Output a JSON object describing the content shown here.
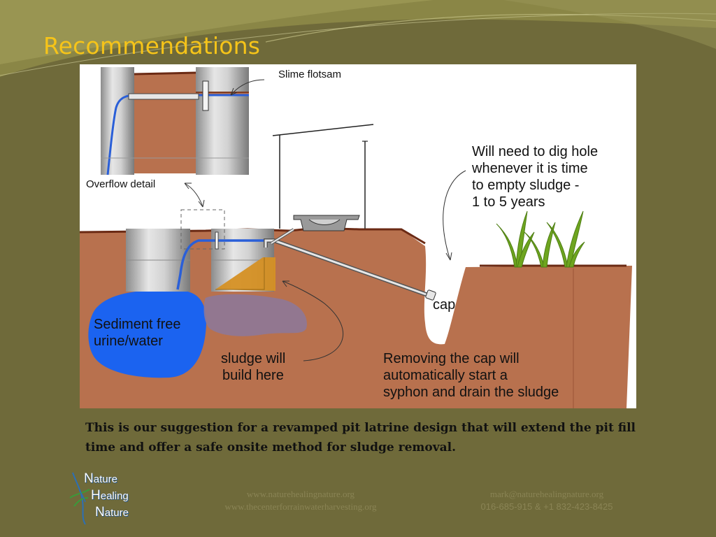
{
  "slide": {
    "title": "Recommendations",
    "caption": "This is our suggestion for a revamped pit latrine design that will extend the pit fill time and offer a safe onsite method for sludge removal."
  },
  "diagram": {
    "labels": {
      "slime_flotsam": "Slime flotsam",
      "overflow_detail": "Overflow detail",
      "dig_hole_1": "Will need to dig hole",
      "dig_hole_2": "whenever it is time",
      "dig_hole_3": "to empty sludge -",
      "dig_hole_4": "1 to 5 years",
      "cap": "cap",
      "sediment_1": "Sediment free",
      "sediment_2": "urine/water",
      "sludge_1": "sludge will",
      "sludge_2": "build here",
      "removing_1": "Removing the cap will",
      "removing_2": "automatically start a",
      "removing_3": "syphon and drain the sludge"
    },
    "colors": {
      "soil": "#b8714e",
      "water": "#1b63f0",
      "sludge": "#8e7898",
      "sludge_edge": "#d59024",
      "pipe_blue": "#2a5fd8",
      "plant": "#6ea51f"
    }
  },
  "logo": {
    "line1_cap": "N",
    "line1_rest": "ature",
    "line2_cap": "H",
    "line2_rest": "ealing",
    "line3_cap": "N",
    "line3_rest": "ature"
  },
  "footer": {
    "web_1": "www.naturehealingnature.org",
    "web_2": "www.thecenterforrainwaterharvesting.org",
    "email": "mark@naturehealingnature.org",
    "phones": "016-685-915  &  +1 832-423-8425"
  }
}
